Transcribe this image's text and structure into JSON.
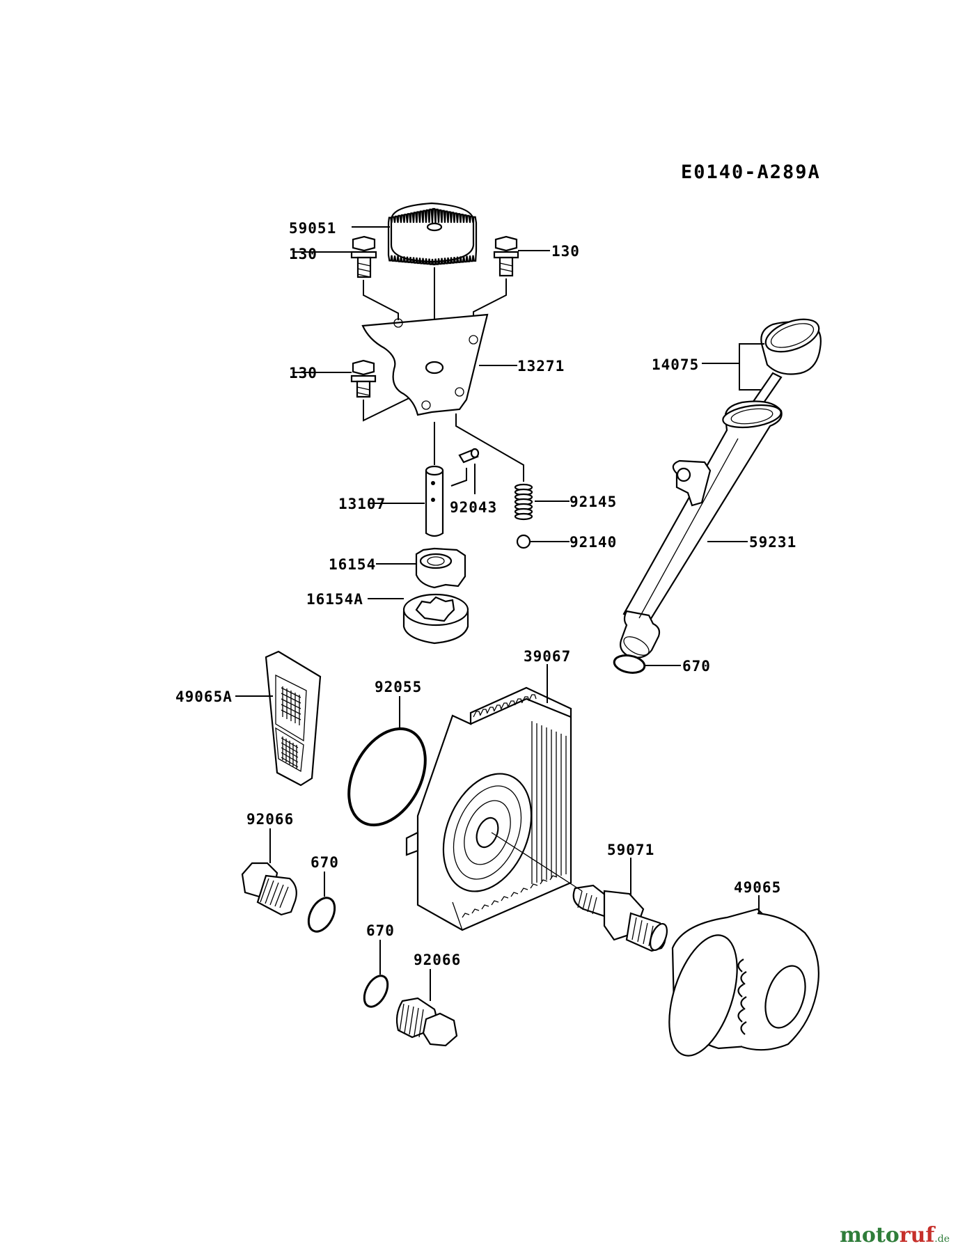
{
  "diagram_code": "E0140-A289A",
  "parts": [
    {
      "id": "p59051",
      "number": "59051"
    },
    {
      "id": "p130a",
      "number": "130"
    },
    {
      "id": "p130b",
      "number": "130"
    },
    {
      "id": "p13271",
      "number": "13271"
    },
    {
      "id": "p130c",
      "number": "130"
    },
    {
      "id": "p14075",
      "number": "14075"
    },
    {
      "id": "p13107",
      "number": "13107"
    },
    {
      "id": "p92043",
      "number": "92043"
    },
    {
      "id": "p92145",
      "number": "92145"
    },
    {
      "id": "p92140",
      "number": "92140"
    },
    {
      "id": "p59231",
      "number": "59231"
    },
    {
      "id": "p16154",
      "number": "16154"
    },
    {
      "id": "p16154A",
      "number": "16154A"
    },
    {
      "id": "p39067",
      "number": "39067"
    },
    {
      "id": "p670a",
      "number": "670"
    },
    {
      "id": "p92055",
      "number": "92055"
    },
    {
      "id": "p49065A",
      "number": "49065A"
    },
    {
      "id": "p92066a",
      "number": "92066"
    },
    {
      "id": "p670b",
      "number": "670"
    },
    {
      "id": "p59071",
      "number": "59071"
    },
    {
      "id": "p49065",
      "number": "49065"
    },
    {
      "id": "p670c",
      "number": "670"
    },
    {
      "id": "p92066b",
      "number": "92066"
    }
  ],
  "watermark": {
    "brand_a": "moto",
    "brand_b": "ruf",
    "suffix": ".de"
  }
}
